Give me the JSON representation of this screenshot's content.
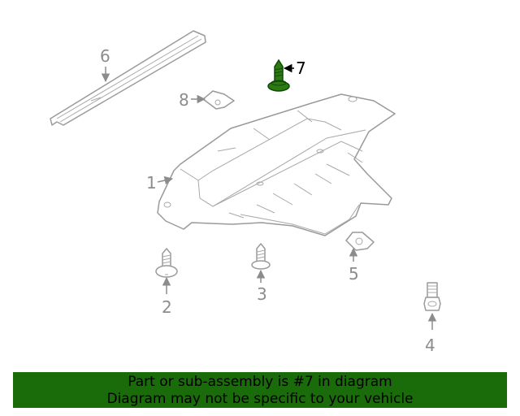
{
  "colors": {
    "banner_bg": "#1a6b0a",
    "highlight": "#2d7a13",
    "highlight_dark": "#0f4a05",
    "line_gray": "#9a9a9a",
    "label_gray": "#8c8c8c",
    "highlight_label": "#000000"
  },
  "highlighted_part": "7",
  "callouts": [
    {
      "id": "1",
      "label": "1"
    },
    {
      "id": "2",
      "label": "2"
    },
    {
      "id": "3",
      "label": "3"
    },
    {
      "id": "4",
      "label": "4"
    },
    {
      "id": "5",
      "label": "5"
    },
    {
      "id": "6",
      "label": "6"
    },
    {
      "id": "7",
      "label": "7"
    },
    {
      "id": "8",
      "label": "8"
    }
  ],
  "banner": {
    "line1": "Part or sub-assembly is #7 in diagram",
    "line2": "Diagram may not be specific to your vehicle"
  }
}
